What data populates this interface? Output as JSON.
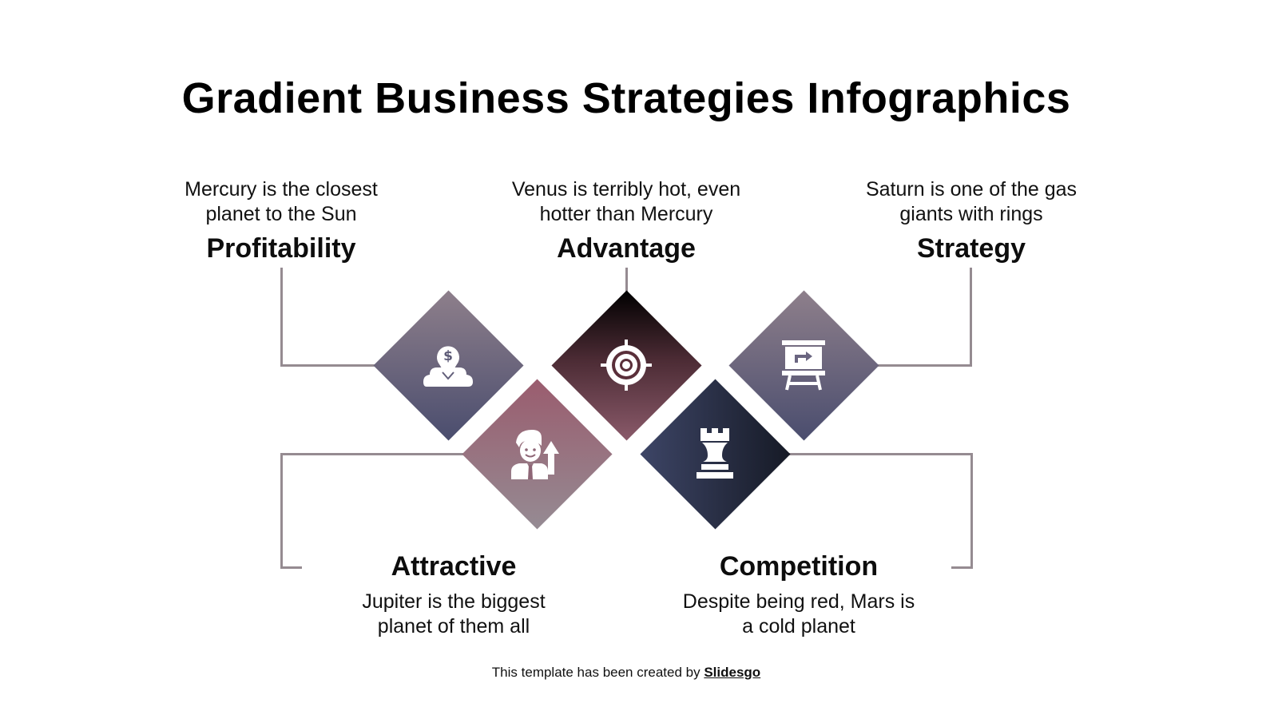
{
  "title": "Gradient Business Strategies Infographics",
  "items": [
    {
      "heading": "Profitability",
      "description_line1": "Mercury is the closest",
      "description_line2": "planet to the Sun",
      "icon": "cloud-money-pin-icon"
    },
    {
      "heading": "Advantage",
      "description_line1": "Venus is terribly hot, even",
      "description_line2": "hotter than Mercury",
      "icon": "target-icon"
    },
    {
      "heading": "Strategy",
      "description_line1": "Saturn is one of the gas",
      "description_line2": "giants with rings",
      "icon": "presentation-board-icon"
    },
    {
      "heading": "Attractive",
      "description_line1": "Jupiter is the biggest",
      "description_line2": "planet of them all",
      "icon": "businessman-growth-icon"
    },
    {
      "heading": "Competition",
      "description_line1": "Despite being red, Mars is",
      "description_line2": "a cold planet",
      "icon": "chess-rook-icon"
    }
  ],
  "colors": {
    "line": "#958b91",
    "profitability_gradient": [
      "#4a4d6e",
      "#8e7f8b"
    ],
    "advantage_gradient": [
      "#8a5a6a",
      "#000000"
    ],
    "strategy_gradient": [
      "#4a4d6e",
      "#8e7f8b"
    ],
    "attractive_gradient": [
      "#958b93",
      "#9a5c6e"
    ],
    "competition_gradient": [
      "#3d4566",
      "#161a26"
    ]
  },
  "footer": {
    "text": "This template has been created by ",
    "brand": "Slidesgo"
  }
}
